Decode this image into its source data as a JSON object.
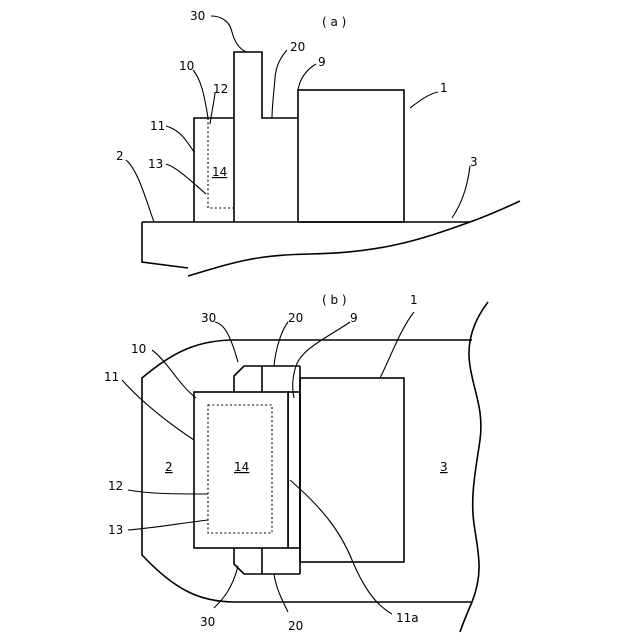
{
  "figure_a": {
    "caption": "( a )",
    "labels": {
      "l30": "30",
      "l20": "20",
      "l9": "9",
      "l10": "10",
      "l12": "12",
      "l11": "11",
      "l1": "1",
      "l2": "2",
      "l13": "13",
      "l14": "14",
      "l3": "3"
    }
  },
  "figure_b": {
    "caption": "( b )",
    "labels": {
      "l30_top": "30",
      "l20_top": "20",
      "l9": "9",
      "l1": "1",
      "l10": "10",
      "l11": "11",
      "l2": "2",
      "l14": "14",
      "l3": "3",
      "l12": "12",
      "l13": "13",
      "l30_bottom": "30",
      "l20_bottom": "20",
      "l11a": "11a"
    }
  }
}
